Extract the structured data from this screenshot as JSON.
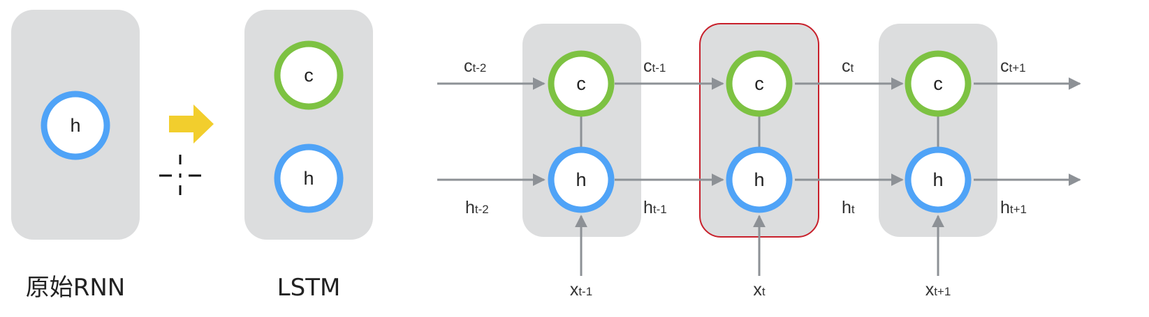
{
  "colors": {
    "panel": "#DCDDDE",
    "c_ring": "#7DC242",
    "h_ring": "#4FA3F7",
    "arrow": "#8D9196",
    "highlight": "#C8202B",
    "transform_arrow": "#F2CE2D"
  },
  "rnn": {
    "node": "h",
    "caption": "原始RNN"
  },
  "lstm": {
    "node_c": "c",
    "node_h": "h",
    "caption": "LSTM"
  },
  "transform": {
    "icon": "right-arrow-icon",
    "cursor_icon": "crosshair-icon"
  },
  "unrolled": {
    "cells": [
      {
        "c": "c",
        "h": "h",
        "x_base": "x",
        "x_sub": "t-1"
      },
      {
        "c": "c",
        "h": "h",
        "x_base": "x",
        "x_sub": "t"
      },
      {
        "c": "c",
        "h": "h",
        "x_base": "x",
        "x_sub": "t+1"
      }
    ],
    "c_labels": [
      {
        "base": "c",
        "sub": "t-2"
      },
      {
        "base": "c",
        "sub": "t-1"
      },
      {
        "base": "c",
        "sub": "t"
      },
      {
        "base": "c",
        "sub": "t+1"
      }
    ],
    "h_labels": [
      {
        "base": "h",
        "sub": "t-2"
      },
      {
        "base": "h",
        "sub": "t-1"
      },
      {
        "base": "h",
        "sub": "t"
      },
      {
        "base": "h",
        "sub": "t+1"
      }
    ]
  }
}
